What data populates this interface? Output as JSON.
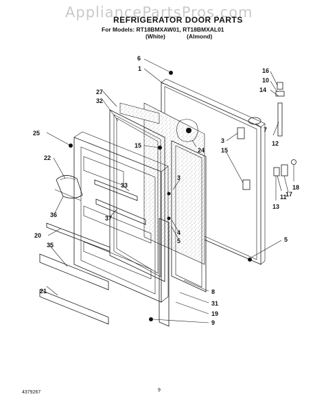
{
  "watermark": "AppliancePartsPros.com",
  "title": "REFRIGERATOR DOOR PARTS",
  "models_line": "For Models: RT18BMXAW01, RT18BMXAL01",
  "variant_white": "(White)",
  "variant_almond": "(Almond)",
  "doc_number": "4379267",
  "page_number": "9",
  "callouts": {
    "c1": "1",
    "c3a": "3",
    "c3b": "3",
    "c4": "4",
    "c5a": "5",
    "c5b": "5",
    "c6": "6",
    "c7": "7",
    "c8": "8",
    "c9": "9",
    "c10": "10",
    "c11": "11",
    "c12": "12",
    "c13": "13",
    "c14": "14",
    "c15a": "15",
    "c15b": "15",
    "c16": "16",
    "c17": "17",
    "c18": "18",
    "c19": "19",
    "c20": "20",
    "c21": "21",
    "c22": "22",
    "c24": "24",
    "c25": "25",
    "c27": "27",
    "c31": "31",
    "c32": "32",
    "c33": "33",
    "c35": "35",
    "c36": "36",
    "c37": "37"
  }
}
